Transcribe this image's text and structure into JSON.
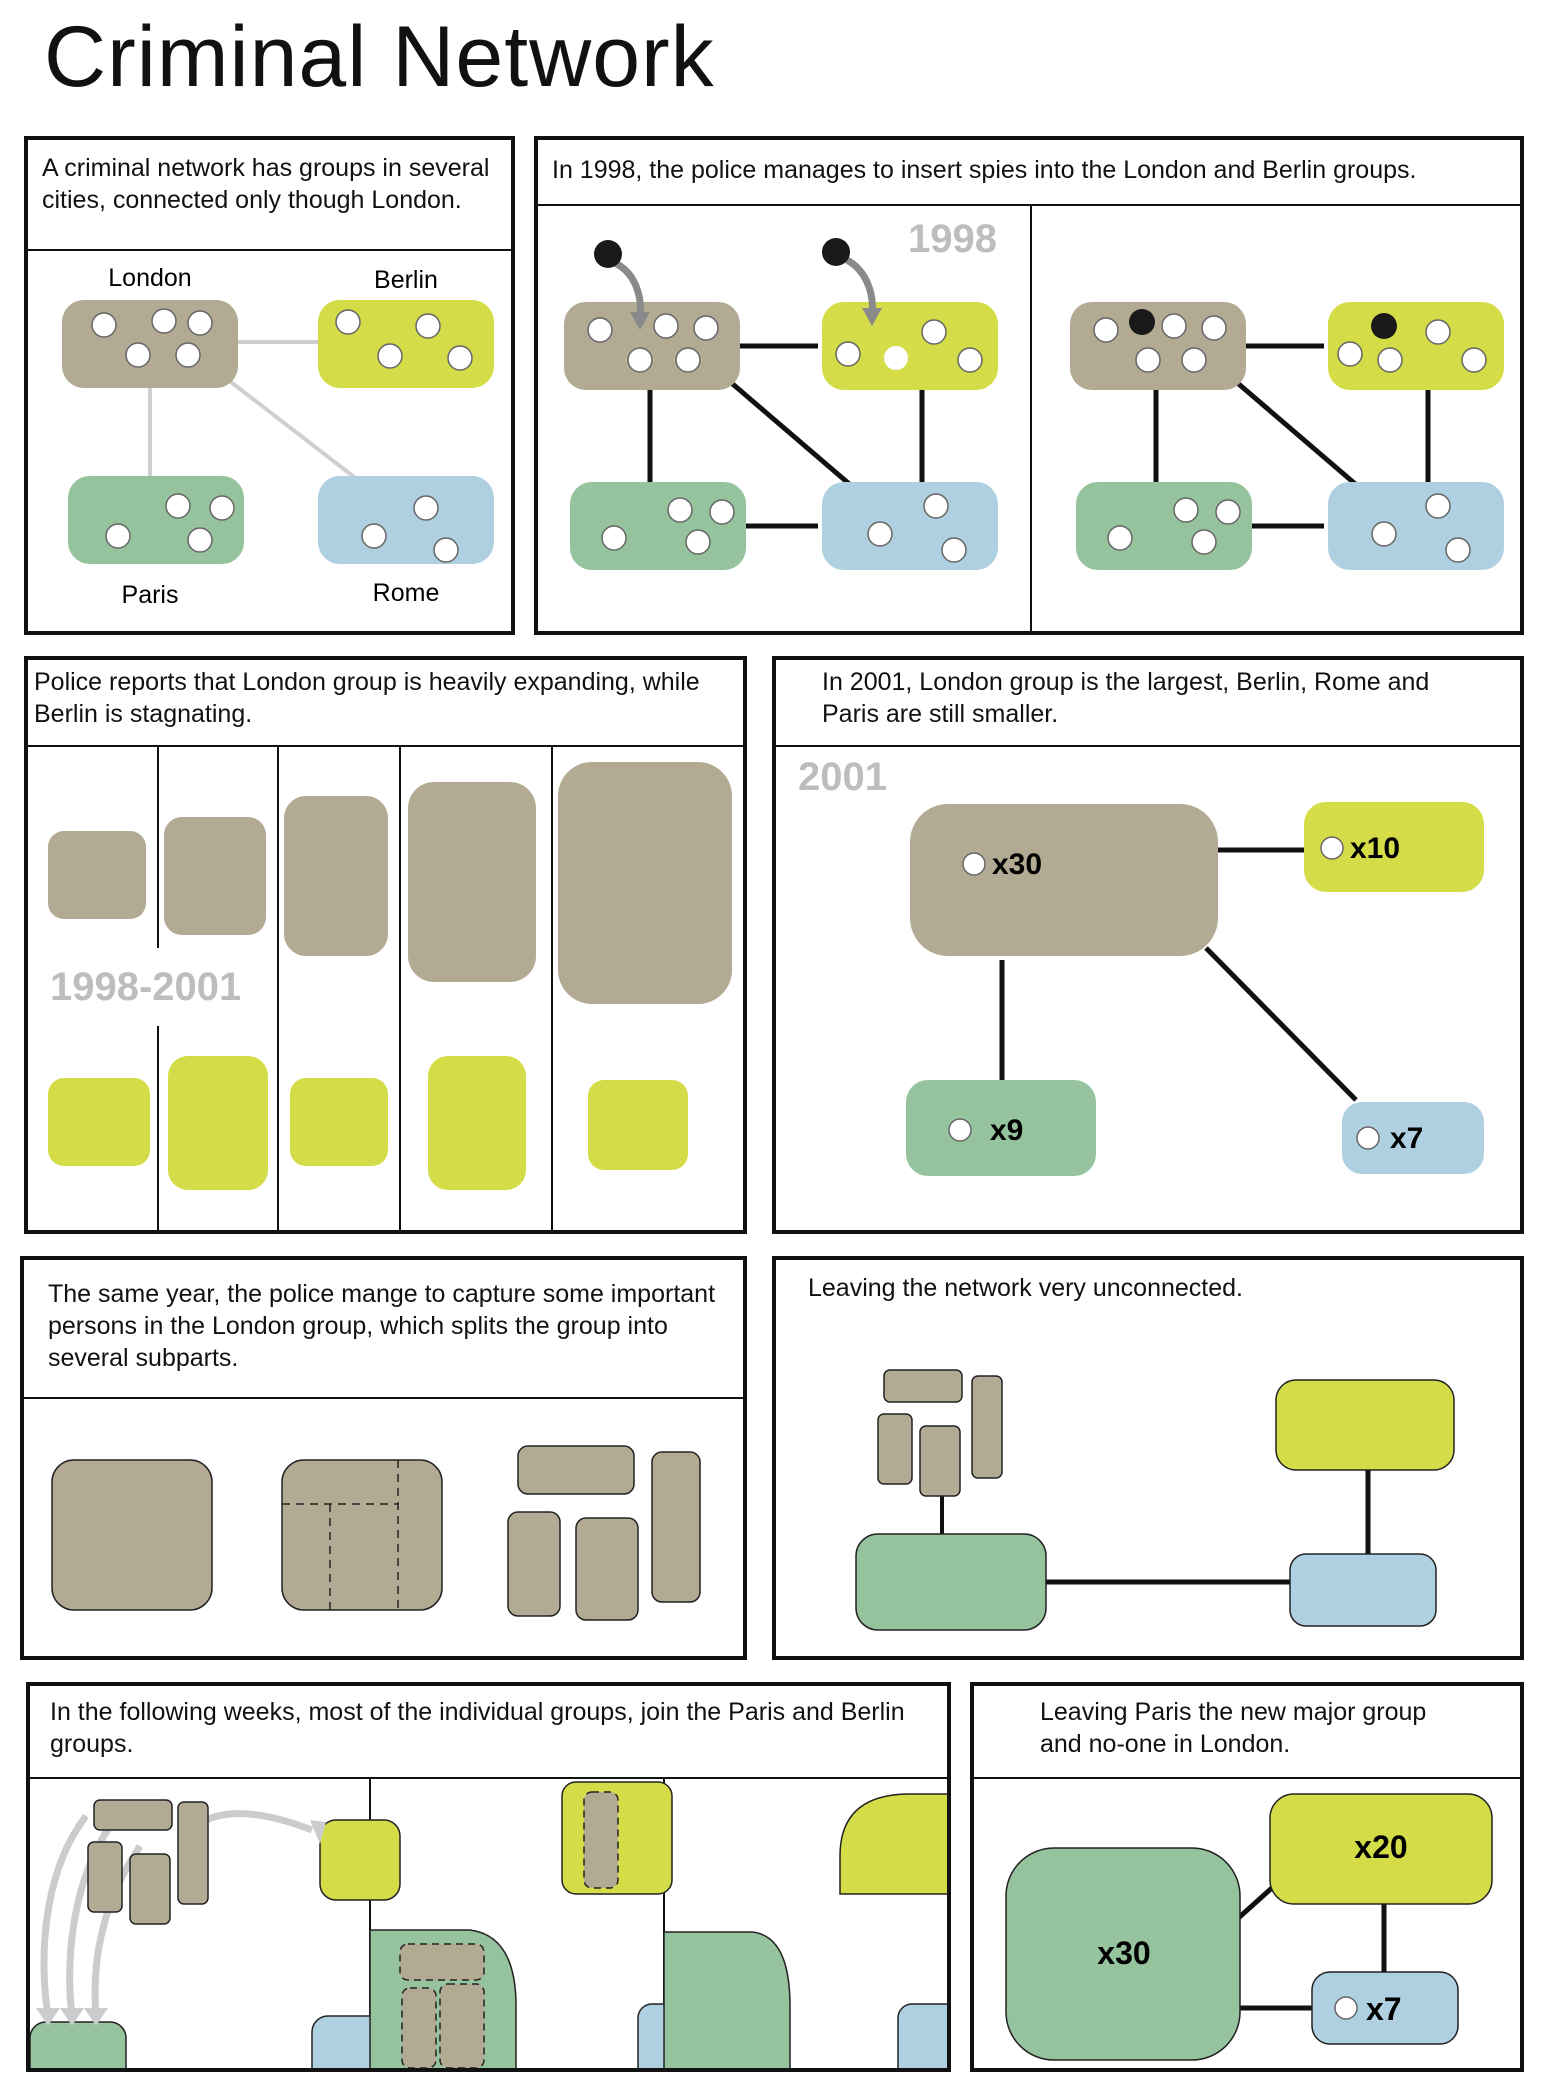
{
  "title": "Criminal Network",
  "colors": {
    "london": "#b3aa93",
    "berlin": "#d4dc47",
    "paris": "#95c39e",
    "rome": "#aed0e0",
    "spy": "#1a1a1a",
    "arrow": "#8a8a8a",
    "year": "#bdbdbd"
  },
  "panels": {
    "p1": {
      "caption": "A criminal network has groups in several cities, connected only though London.",
      "labels": {
        "london": "London",
        "berlin": "Berlin",
        "paris": "Paris",
        "rome": "Rome"
      }
    },
    "p2": {
      "caption": "In 1998, the police manages to insert spies into the London and Berlin groups.",
      "year": "1998"
    },
    "p3": {
      "caption": "Police reports that London group is heavily expanding, while Berlin is stagnating.",
      "year": "1998-2001"
    },
    "p4": {
      "caption": "In 2001, London group is the largest, Berlin, Rome and Paris are still smaller.",
      "year": "2001",
      "counts": {
        "london": "x30",
        "berlin": "x10",
        "paris": "x9",
        "rome": "x7"
      }
    },
    "p5": {
      "caption": "The same year, the police mange to capture some important persons in the London group, which splits the group into several subparts."
    },
    "p6": {
      "caption": "Leaving the network very unconnected."
    },
    "p7": {
      "caption": "In the following weeks, most of the individual groups, join the Paris and Berlin groups."
    },
    "p8": {
      "caption": "Leaving Paris the new major group and no-one in London.",
      "counts": {
        "paris": "x30",
        "berlin": "x20",
        "rome": "x7"
      }
    }
  }
}
